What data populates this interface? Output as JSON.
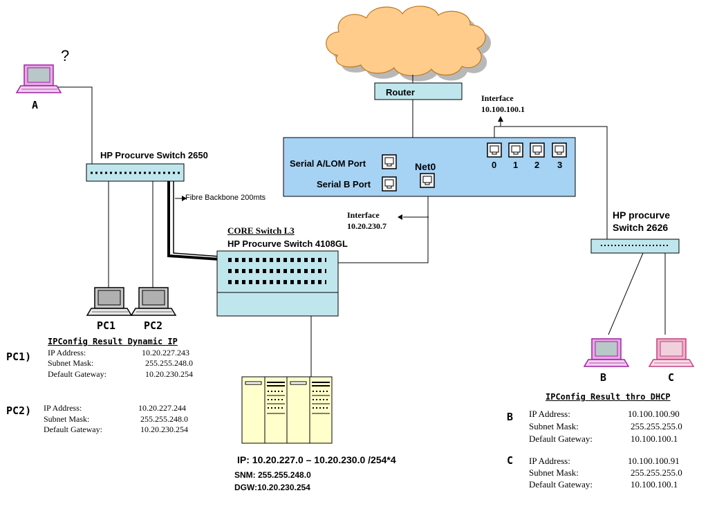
{
  "cloud": {},
  "router": {
    "label": "Router"
  },
  "interface_top": {
    "title": "Interface",
    "ip": "10.100.100.1"
  },
  "interface_mid": {
    "title": "Interface",
    "ip": "10.20.230.7"
  },
  "server_chassis": {
    "serial_a_label": "Serial A/LOM Port",
    "serial_b_label": "Serial B Port",
    "net0_label": "Net0",
    "ports": [
      "0",
      "1",
      "2",
      "3"
    ]
  },
  "laptop_a": {
    "label": "A",
    "question": "?"
  },
  "switch_2650": {
    "label": "HP Procurve Switch 2650"
  },
  "fibre_label": "Fibre Backbone 200mts",
  "core_switch": {
    "title": "CORE Switch L3",
    "model": "HP Procurve Switch 4108GL"
  },
  "switch_2626": {
    "line1": "HP procurve",
    "line2": "Switch 2626"
  },
  "pcs": {
    "pc1": "PC1",
    "pc2": "PC2",
    "b": "B",
    "c": "C"
  },
  "ipconfig_dynamic": {
    "title": "IPConfig Result Dynamic IP",
    "pc1": {
      "tag": "PC1)",
      "ip_label": "IP Address:",
      "ip": "10.20.227.243",
      "mask_label": "Subnet Mask:",
      "mask": "255.255.248.0",
      "gw_label": "Default Gateway:",
      "gw": "10.20.230.254"
    },
    "pc2": {
      "tag": "PC2)",
      "ip_label": "IP Address:",
      "ip": "10.20.227.244",
      "mask_label": "Subnet Mask:",
      "mask": "255.255.248.0",
      "gw_label": "Default Gateway:",
      "gw": "10.20.230.254"
    }
  },
  "ipconfig_dhcp": {
    "title": "IPConfig Result  thro DHCP",
    "b": {
      "tag": "B",
      "ip_label": "IP Address:",
      "ip": "10.100.100.90",
      "mask_label": "Subnet Mask:",
      "mask": "255.255.255.0",
      "gw_label": "Default Gateway:",
      "gw": "10.100.100.1"
    },
    "c": {
      "tag": "C",
      "ip_label": "IP Address:",
      "ip": "10.100.100.91",
      "mask_label": "Subnet Mask:",
      "mask": "255.255.255.0",
      "gw_label": "Default Gateway:",
      "gw": "10.100.100.1"
    }
  },
  "server_rack": {
    "ip_line": "IP: 10.20.227.0 – 10.20.230.0 /254*4",
    "snm_line": "SNM: 255.255.248.0",
    "dgw_line": "DGW:10.20.230.254"
  },
  "colors": {
    "device_fill": "#bfe6ec",
    "chassis_fill": "#a6d2f4",
    "rack_fill": "#ffffcc",
    "laptop_purple": "#a020a0",
    "laptop_pink": "#d060a0"
  }
}
